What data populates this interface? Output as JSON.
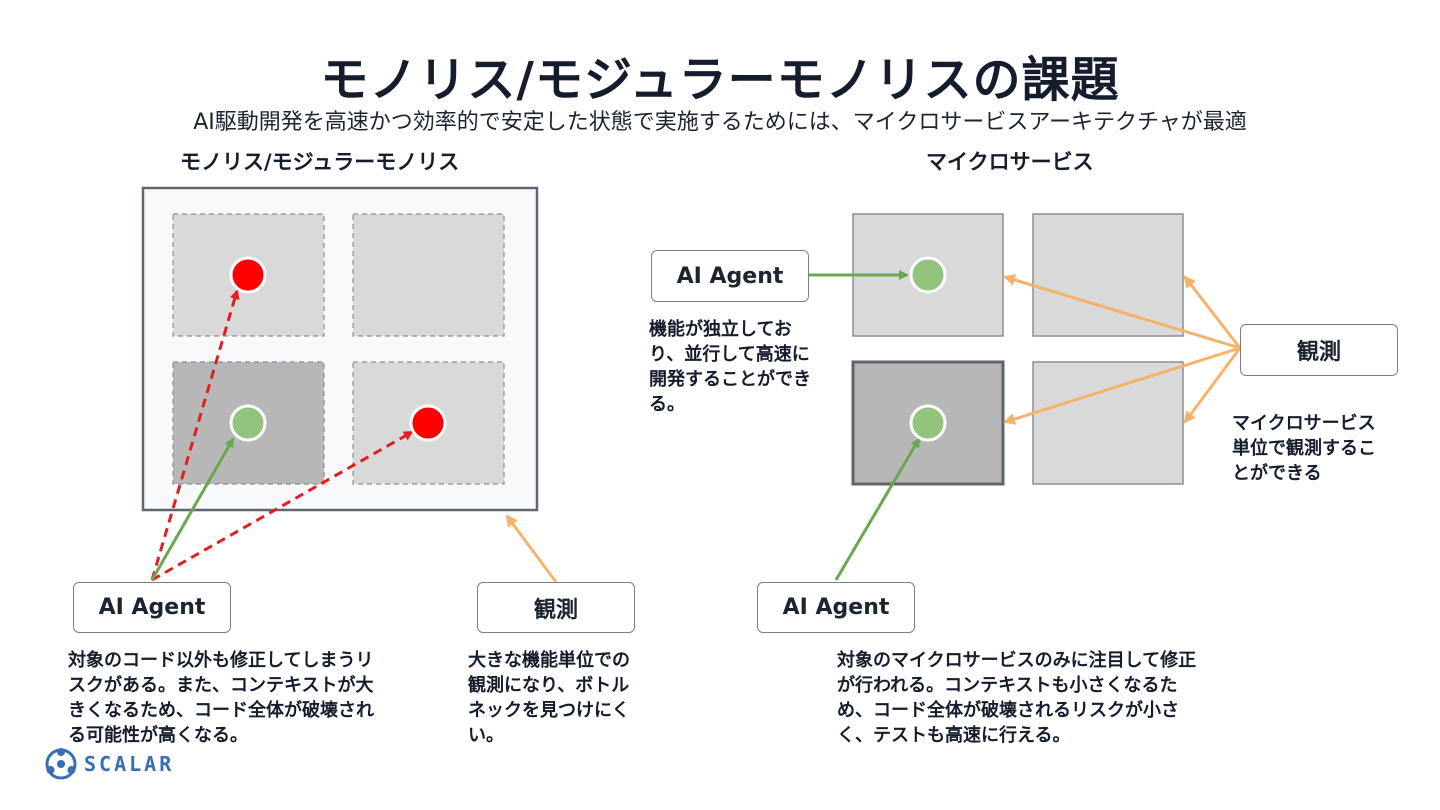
{
  "title": "モノリス/モジュラーモノリスの課題",
  "subtitle": "AI駆動開発を高速かつ効率的で安定した状態で実施するためには、マイクロサービスアーキテクチャが最適",
  "left": {
    "heading": "モノリス/モジュラーモノリス",
    "agent_label": "AI Agent",
    "observe_label": "観測",
    "agent_note": "対象のコード以外も修正してしまうリスクがある。また、コンテキストが大きくなるため、コード全体が破壊される可能性が高くなる。",
    "observe_note": "大きな機能単位での観測になり、ボトルネックを見つけにくい。"
  },
  "right": {
    "heading": "マイクロサービス",
    "agent_top_label": "AI Agent",
    "agent_top_note": "機能が独立しており、並行して高速に開発することができる。",
    "observe_label": "観測",
    "observe_note": "マイクロサービス単位で観測することができる",
    "agent_bottom_label": "AI Agent",
    "agent_bottom_note": "対象のマイクロサービスのみに注目して修正が行われる。コンテキストも小さくなるため、コード全体が破壊されるリスクが小さく、テストも高速に行える。"
  },
  "logo": {
    "text": "SCALAR",
    "icon": "scalar-logo-icon"
  },
  "colors": {
    "target_red": "#ff0000",
    "ok_green": "#92c47d",
    "agent_arrow_green": "#6aa84f",
    "wrong_arrow_red": "#e02020",
    "observe_arrow_orange": "#f6b26b",
    "module_gray": "#d9d9d9",
    "module_dark_gray": "#b7b7b7",
    "logo_blue": "#3a6db3"
  }
}
